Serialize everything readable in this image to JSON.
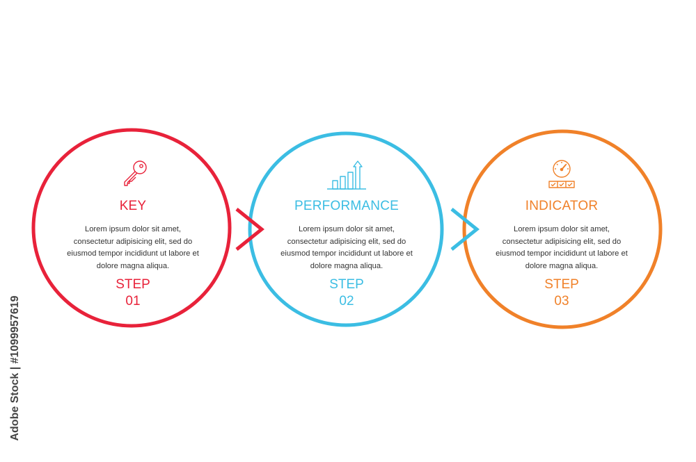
{
  "colors": {
    "step1": "#e8223a",
    "step2": "#3bbde3",
    "step3": "#f08129",
    "body_text": "#333333"
  },
  "steps": [
    {
      "title": "KEY",
      "icon": "key-icon",
      "body_lines": [
        "Lorem ipsum dolor sit amet,",
        "consectetur adipisicing elit, sed do",
        "eiusmod tempor incididunt ut labore et",
        "dolore magna aliqua."
      ],
      "step_label": "STEP",
      "step_number": "01"
    },
    {
      "title": "PERFORMANCE",
      "icon": "bar-chart-growth-icon",
      "body_lines": [
        "Lorem ipsum dolor sit amet,",
        "consectetur adipisicing elit, sed do",
        "eiusmod tempor incididunt ut labore et",
        "dolore magna aliqua."
      ],
      "step_label": "STEP",
      "step_number": "02"
    },
    {
      "title": "INDICATOR",
      "icon": "gauge-checklist-icon",
      "body_lines": [
        "Lorem ipsum dolor sit amet,",
        "consectetur adipisicing elit, sed do",
        "eiusmod tempor incididunt ut labore et",
        "dolore magna aliqua."
      ],
      "step_label": "STEP",
      "step_number": "03"
    }
  ],
  "connectors": [
    "arrow-right-icon",
    "arrow-right-icon"
  ],
  "side_credit": "Adobe Stock | #1099957619"
}
